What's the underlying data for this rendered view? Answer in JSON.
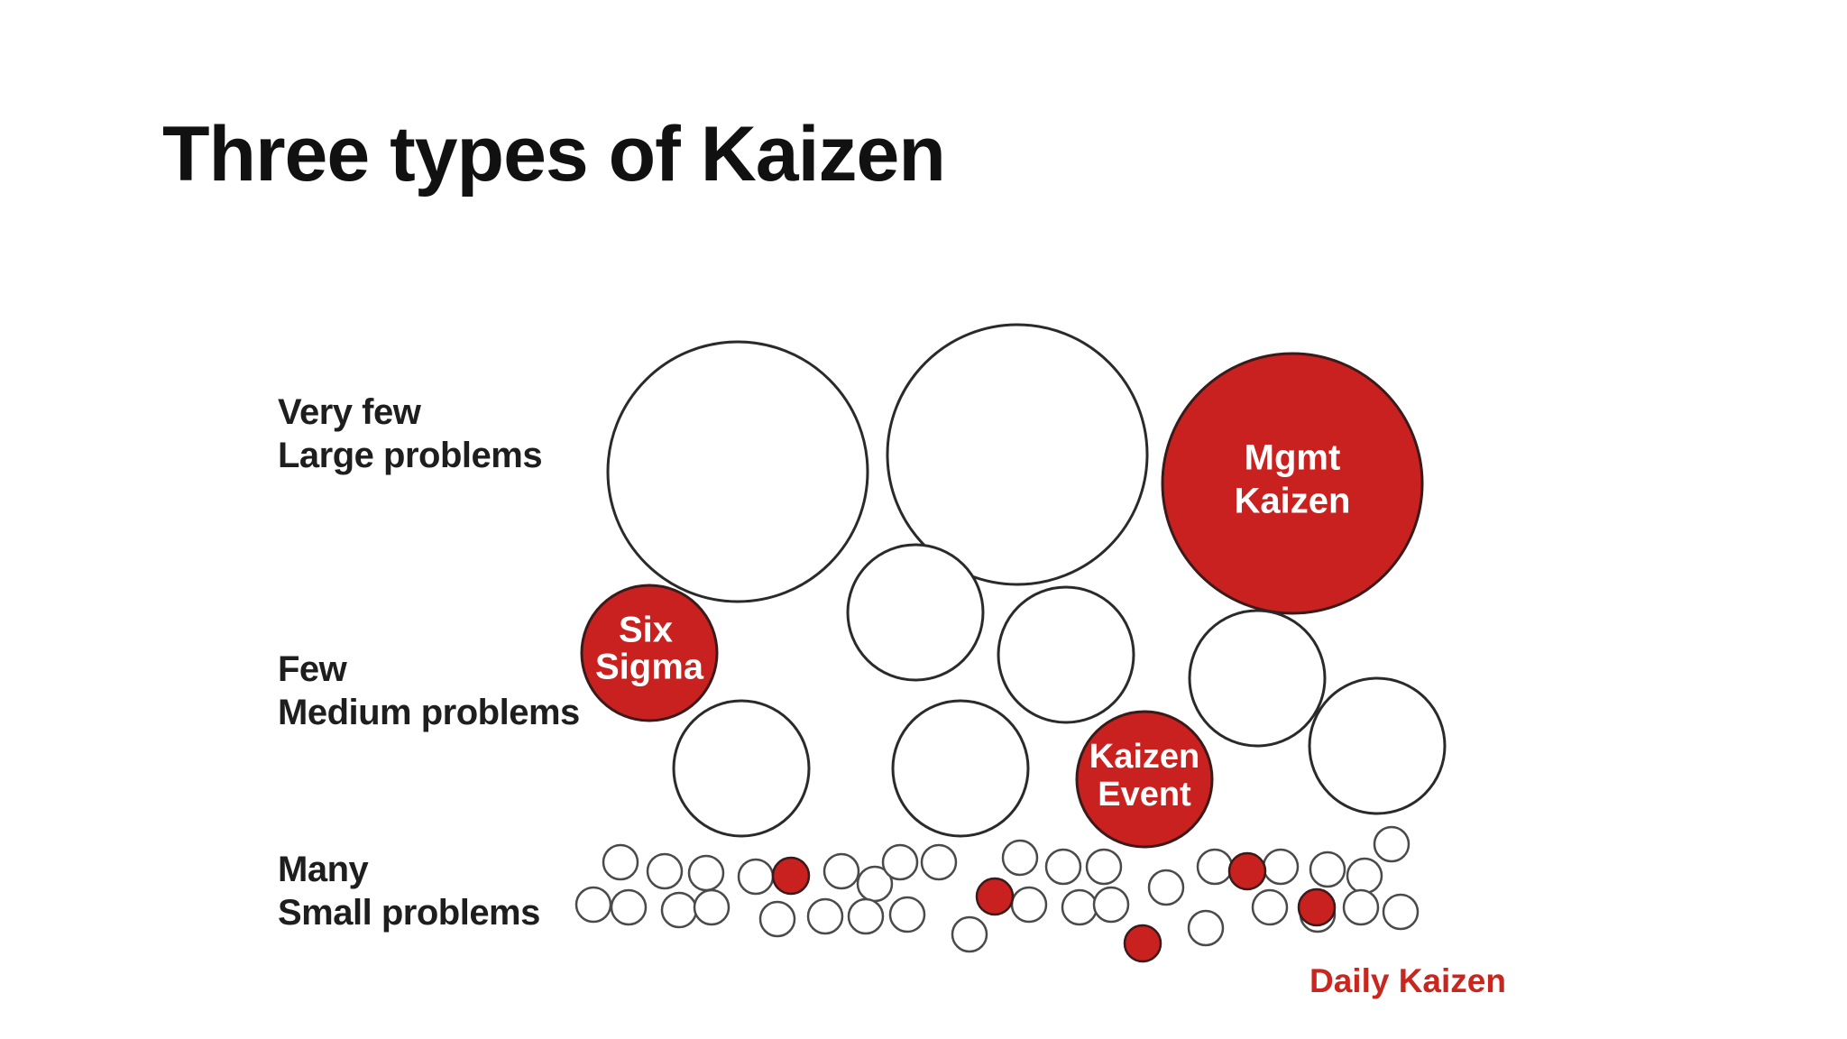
{
  "title": "Three types of Kaizen",
  "rows": {
    "large": {
      "line1": "Very few",
      "line2": "Large problems"
    },
    "medium": {
      "line1": "Few",
      "line2": "Medium problems"
    },
    "small": {
      "line1": "Many",
      "line2": "Small problems"
    }
  },
  "bubbles": {
    "mgmt": {
      "line1": "Mgmt",
      "line2": "Kaizen"
    },
    "six": {
      "line1": "Six",
      "line2": "Sigma"
    },
    "event": {
      "line1": "Kaizen",
      "line2": "Event"
    }
  },
  "daily_label": "Daily Kaizen",
  "colors": {
    "accent_red": "#c8211f",
    "daily_red": "#c8271f",
    "outline": "#2a2a2a"
  }
}
